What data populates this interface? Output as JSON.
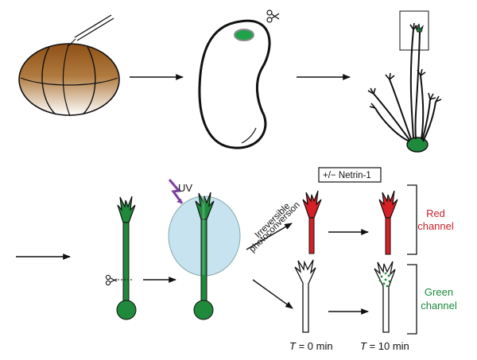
{
  "labels": {
    "uv": "UV",
    "netrin": "+/− Netrin-1",
    "photoconversion_line1": "Irreversible",
    "photoconversion_line2": "photoconversion",
    "red_channel_line1": "Red",
    "red_channel_line2": "channel",
    "green_channel_line1": "Green",
    "green_channel_line2": "channel",
    "t0_var": "T",
    "t0_rest": " = 0 min",
    "t10_var": "T",
    "t10_rest": " = 10 min"
  },
  "icons": {
    "scissors": "scissors-icon",
    "pipette": "micropipette-icon",
    "lightning": "uv-lightning-icon"
  },
  "colors": {
    "neuron_green": "#1f8a3c",
    "neuron_red": "#d71f26",
    "red_text": "#c8242b",
    "green_text": "#1a8a3c",
    "uv_halo": "#c7e3ef",
    "lightning": "#7b3fa0",
    "embryo_brown": "#9c5a1c"
  }
}
